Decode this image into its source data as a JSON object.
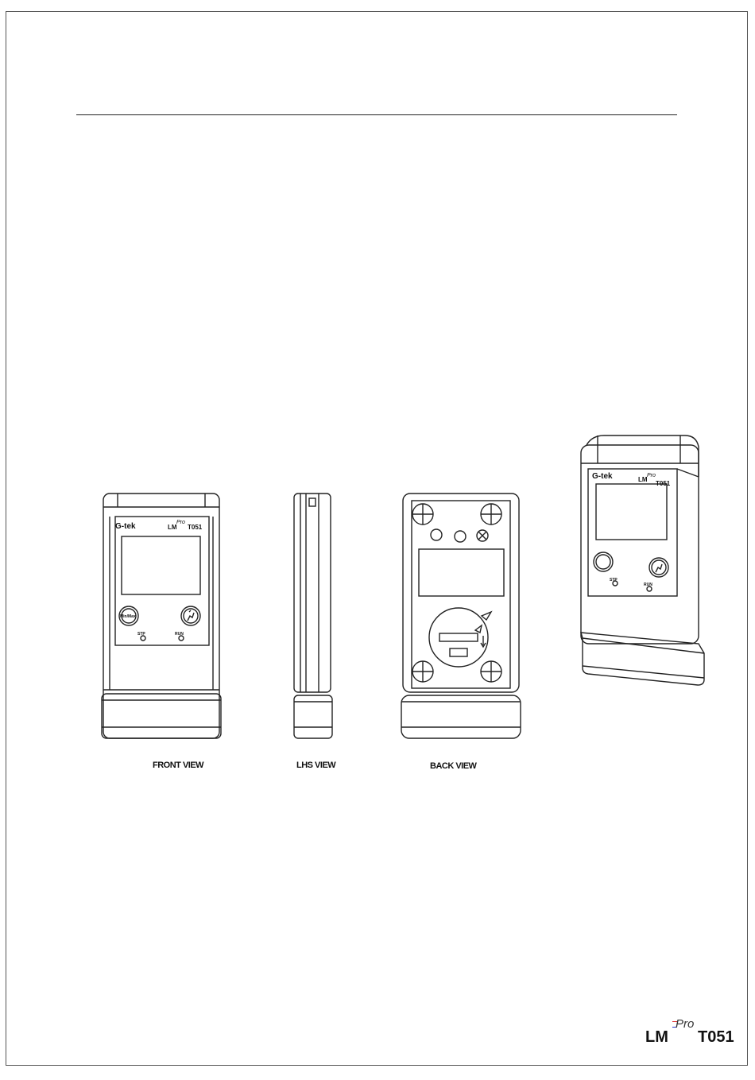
{
  "views": {
    "front": {
      "caption": "FRONT VIEW"
    },
    "lhs": {
      "caption": "LHS VIEW"
    },
    "back": {
      "caption": "BACK VIEW"
    }
  },
  "device": {
    "brand": "G-tek",
    "model_prefix": "LM",
    "model_super": "Pro",
    "model_number": "T051",
    "led_stop_label": "STP",
    "led_run_label": "RUN"
  },
  "footer": {
    "lm": "LM",
    "pro": "Pro",
    "model": "T051"
  }
}
